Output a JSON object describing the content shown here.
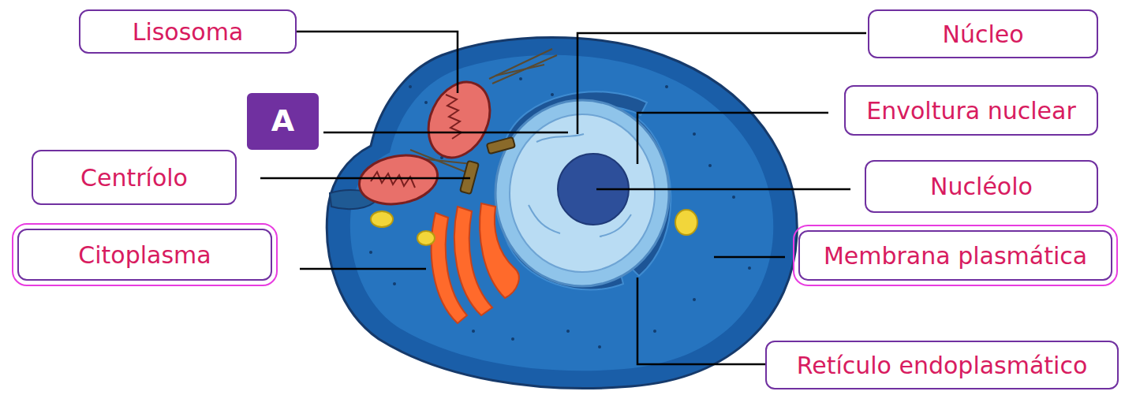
{
  "diagram": {
    "nodes": [
      {
        "text": [
          "Lisosoma"
        ]
      },
      {
        "text": [
          "Núcleo"
        ]
      },
      {
        "text": [
          "A"
        ]
      },
      {
        "text": [
          "Envoltura nuclear"
        ]
      },
      {
        "text": [
          "Centríolo"
        ]
      },
      {
        "text": [
          "Nucléolo"
        ]
      },
      {
        "text": [
          "Citoplasma"
        ]
      },
      {
        "text": [
          "Membrana plasmática"
        ]
      },
      {
        "text": [
          "Retículo endoplasmático"
        ]
      }
    ]
  }
}
